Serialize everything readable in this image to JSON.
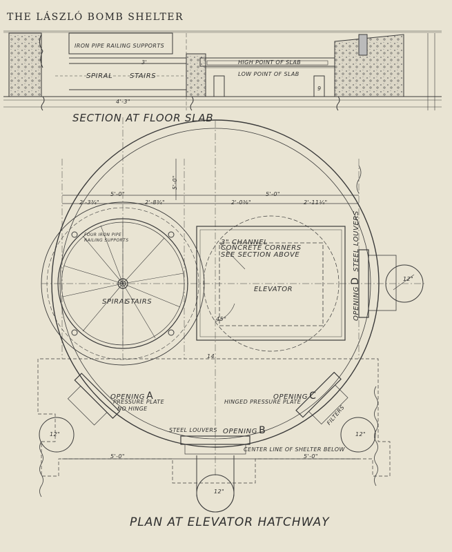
{
  "header": {
    "title": "THE LÁSZLÓ BOMB SHELTER"
  },
  "section": {
    "title": "SECTION AT FLOOR SLAB",
    "labels": {
      "railing": "IRON PIPE RAILING SUPPORTS",
      "spiral": "SPIRAL",
      "stairs": "STAIRS",
      "high_slab": "HIGH POINT OF SLAB",
      "low_slab": "LOW POINT OF SLAB",
      "dim_43": "4'-3\"",
      "dim_3": "3'",
      "dim_9": "9"
    }
  },
  "plan": {
    "title": "PLAN AT ELEVATOR HATCHWAY",
    "dims": {
      "d5_0_left": "5'-0\"",
      "d5_0_right": "5'-0\"",
      "d2_3": "2'-3¾\"",
      "d2_8": "2'-8¾\"",
      "d2_0": "2'-0⅜\"",
      "d2_11": "2'-11¼\"",
      "d5_0_vert": "5'-0\"",
      "d5_0_bottom_left": "5'-0\"",
      "d5_0_bottom_right": "5'-0\"",
      "angle": "45°",
      "d14": "14",
      "d12_left": "12\"",
      "d12_right": "12\"",
      "d12_bottom": "12\"",
      "d12_top_right": "12\""
    },
    "labels": {
      "railing": "FOUR IRON PIPE RAILING SUPPORTS",
      "channel": "3\" CHANNEL",
      "concrete": "CONCRETE CORNERS SEE SECTION ABOVE",
      "elevator": "ELEVATOR",
      "spiral": "SPIRAL",
      "stairs": "STAIRS",
      "opening_a": "OPENING",
      "opening_a_letter": "A",
      "pressure_plate": "PRESSURE PLATE",
      "no_hinge": "NO HINGE",
      "opening_c": "OPENING",
      "opening_c_letter": "C",
      "hinged_plate": "HINGED PRESSURE PLATE",
      "filters": "FILTERS",
      "steel_louvers": "STEEL LOUVERS",
      "opening_b": "OPENING",
      "opening_b_letter": "B",
      "center_line": "CENTER LINE OF SHELTER BELOW",
      "opening_d": "OPENING",
      "opening_d_letter": "D",
      "steel_louvers_d": "STEEL LOUVERS"
    }
  },
  "colors": {
    "paper": "#e9e4d3",
    "ink": "#2e2e2e",
    "concrete": "#d3cfc2"
  }
}
